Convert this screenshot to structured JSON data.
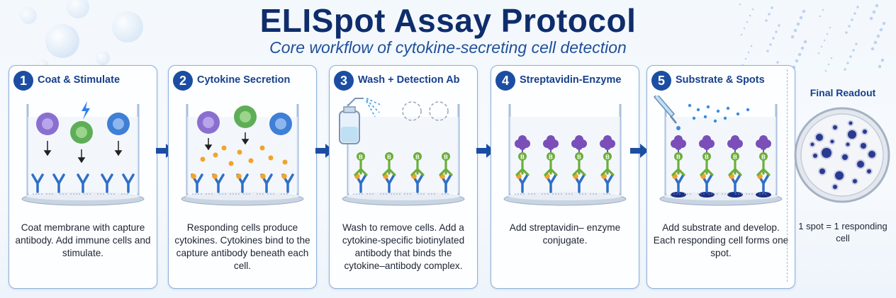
{
  "header": {
    "title": "ELISpot Assay Protocol",
    "subtitle": "Core workflow of cytokine-secreting cell detection"
  },
  "steps": [
    {
      "number": "1",
      "title": "Coat & Stimulate",
      "description": "Coat membrane with capture antibody. Add immune cells and stimulate."
    },
    {
      "number": "2",
      "title": "Cytokine Secretion",
      "description": "Responding cells produce cytokines. Cytokines bind to the capture antibody beneath each cell."
    },
    {
      "number": "3",
      "title": "Wash + Detection Ab",
      "description": "Wash to remove cells. Add a cytokine-specific biotinylated antibody that binds the cytokine–antibody complex."
    },
    {
      "number": "4",
      "title": "Streptavidin-Enzyme",
      "description": "Add streptavidin– enzyme conjugate."
    },
    {
      "number": "5",
      "title": "Substrate & Spots",
      "description": "Add substrate and develop. Each responding cell forms one spot."
    }
  ],
  "final": {
    "title": "Final Readout",
    "caption": "1 spot = 1 responding cell"
  },
  "labels": {
    "biotin": "B"
  },
  "colors": {
    "title": "#0f2d6b",
    "accent": "#1b4ea3",
    "cell_purple": "#8a6fd1",
    "cell_green": "#5fae57",
    "cell_blue": "#3f7fd6",
    "cytokine": "#f1a42b",
    "capture_ab": "#2f6fc6",
    "detection_ab": "#6cae3a",
    "enzyme": "#7a4fb8",
    "spot": "#1c2f86"
  }
}
